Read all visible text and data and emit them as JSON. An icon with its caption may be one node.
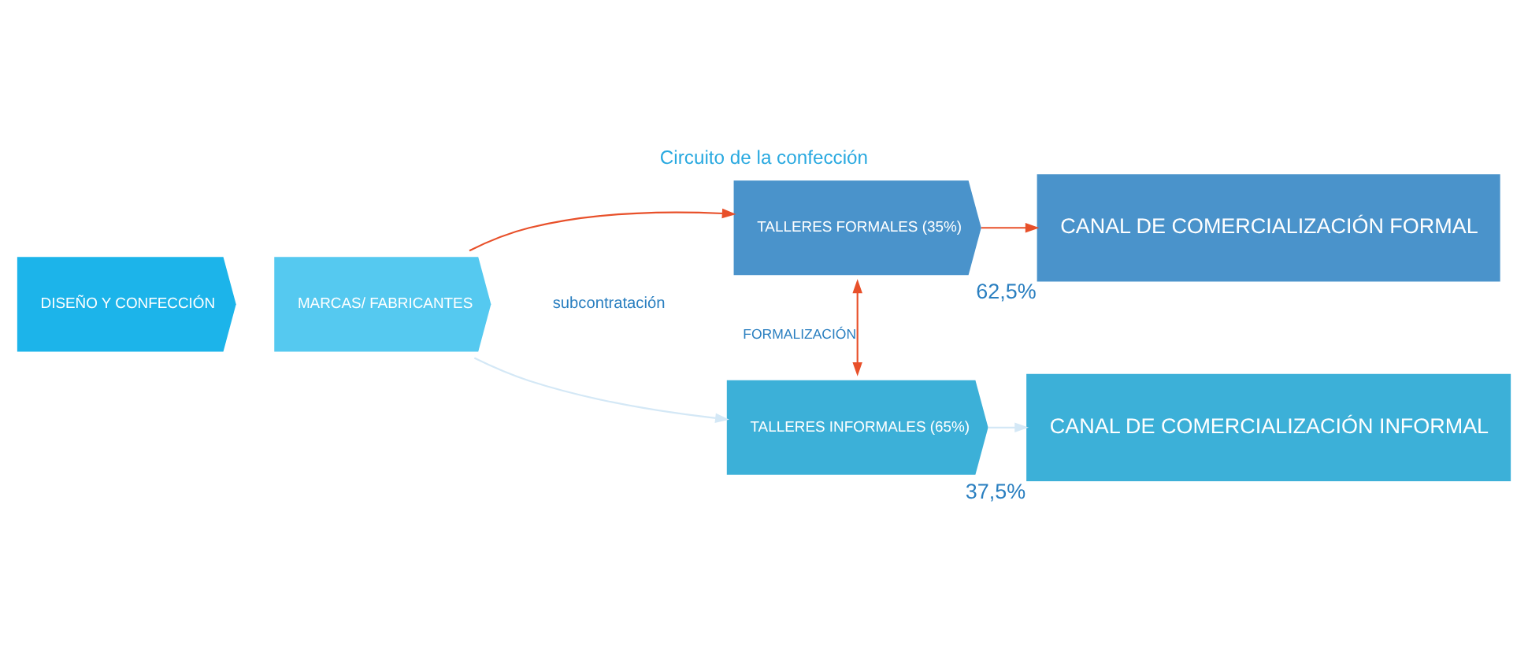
{
  "diagram": {
    "title": "Circuito de la confección",
    "nodes": [
      {
        "text": [
          "DISEÑO Y CONFECCIÓN"
        ]
      },
      {
        "text": [
          "MARCAS/ FABRICANTES"
        ]
      },
      {
        "text": [
          "TALLERES FORMALES (35%)"
        ]
      },
      {
        "text": [
          "CANAL DE COMERCIALIZACIÓN FORMAL"
        ],
        "beside": [
          "62,5%"
        ]
      },
      {
        "text": [
          "TALLERES INFORMALES (65%)"
        ]
      },
      {
        "text": [
          "CANAL DE COMERCIALIZACIÓN INFORMAL"
        ],
        "beside": [
          "37,5%"
        ]
      }
    ],
    "edges": [
      {
        "from": 1,
        "to": 2,
        "arrow": "to",
        "color": "#e8502a"
      },
      {
        "from": 1,
        "to": 4,
        "arrow": "to",
        "color": "#d4e8f6"
      },
      {
        "from": 2,
        "to": 3,
        "arrow": "to",
        "color": "#e8502a"
      },
      {
        "from": 2,
        "to": 4,
        "arrow": "both",
        "label": "FORMALIZACIÓN",
        "color": "#e8502a"
      },
      {
        "from": 4,
        "to": 5,
        "arrow": "to",
        "color": "#d4e8f6"
      }
    ],
    "labels": [
      "subcontratación"
    ]
  }
}
